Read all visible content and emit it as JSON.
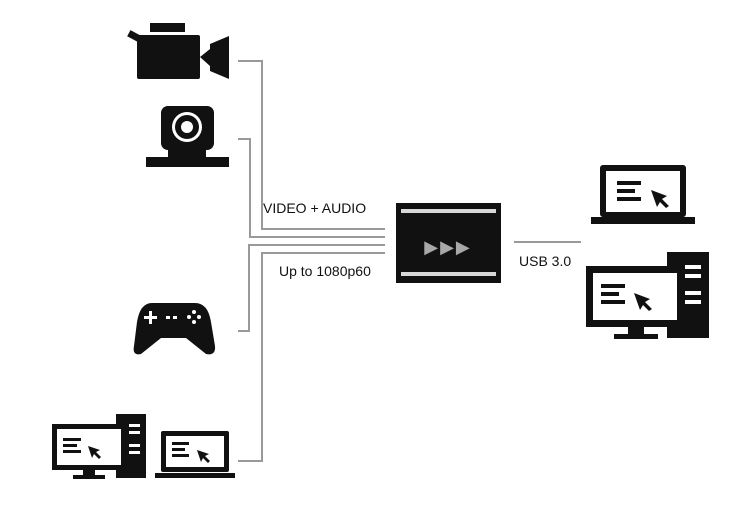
{
  "labels": {
    "signal": "VIDEO + AUDIO",
    "resolution": "Up to 1080p60",
    "interface": "USB 3.0"
  },
  "capture_device": {
    "indicator": "▶▶▶"
  },
  "inputs": [
    {
      "icon": "video-camera-icon"
    },
    {
      "icon": "ptz-camera-icon"
    },
    {
      "icon": "gamepad-icon"
    },
    {
      "icon": "desktop-computer-icon"
    },
    {
      "icon": "laptop-icon"
    }
  ],
  "outputs": [
    {
      "icon": "laptop-icon"
    },
    {
      "icon": "desktop-computer-icon"
    }
  ],
  "colors": {
    "icon": "#111111",
    "connector_line": "#999999",
    "device_top": "#d8d8d8",
    "device_arrows": "#a8a8a8"
  }
}
